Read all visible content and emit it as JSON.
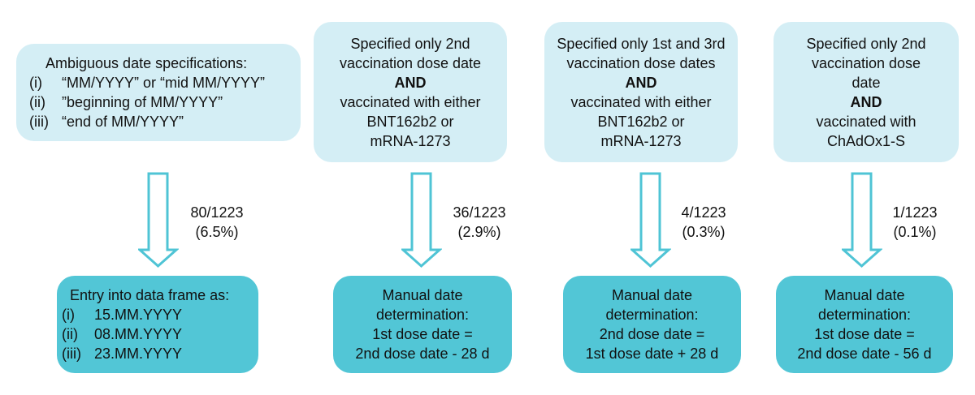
{
  "colors": {
    "light_box": "#d4eef5",
    "dark_box": "#52c6d6",
    "arrow": "#4fc4d5"
  },
  "columns": [
    {
      "top": {
        "title": "Ambiguous date specifications:",
        "items": [
          {
            "num": "(i)",
            "text": "“MM/YYYY” or “mid MM/YYYY”"
          },
          {
            "num": "(ii)",
            "text": "”beginning of MM/YYYY”"
          },
          {
            "num": "(iii)",
            "text": "“end of MM/YYYY”"
          }
        ]
      },
      "count": "80/1223",
      "percent": "(6.5%)",
      "bottom": {
        "title": "Entry into data frame as:",
        "items": [
          {
            "num": "(i)",
            "text": "15.MM.YYYY"
          },
          {
            "num": "(ii)",
            "text": "08.MM.YYYY"
          },
          {
            "num": "(iii)",
            "text": "23.MM.YYYY"
          }
        ]
      }
    },
    {
      "top": {
        "lines_before": [
          "Specified only 2nd",
          "vaccination dose date"
        ],
        "and": "AND",
        "lines_after": [
          "vaccinated with either",
          "BNT162b2 or",
          "mRNA-1273"
        ]
      },
      "count": "36/1223",
      "percent": "(2.9%)",
      "bottom": {
        "lines": [
          "Manual date",
          "determination:",
          "1st dose date =",
          "2nd dose date - 28 d"
        ]
      }
    },
    {
      "top": {
        "lines_before": [
          "Specified only 1st and 3rd",
          "vaccination dose dates"
        ],
        "and": "AND",
        "lines_after": [
          "vaccinated with either",
          "BNT162b2 or",
          "mRNA-1273"
        ]
      },
      "count": "4/1223",
      "percent": "(0.3%)",
      "bottom": {
        "lines": [
          "Manual date",
          "determination:",
          "2nd dose date =",
          "1st dose date + 28 d"
        ]
      }
    },
    {
      "top": {
        "lines_before": [
          "Specified only 2nd",
          "vaccination dose",
          "date"
        ],
        "and": "AND",
        "lines_after": [
          "vaccinated with",
          "ChAdOx1-S"
        ]
      },
      "count": "1/1223",
      "percent": "(0.1%)",
      "bottom": {
        "lines": [
          "Manual date",
          "determination:",
          "1st dose date =",
          "2nd dose date - 56 d"
        ]
      }
    }
  ]
}
